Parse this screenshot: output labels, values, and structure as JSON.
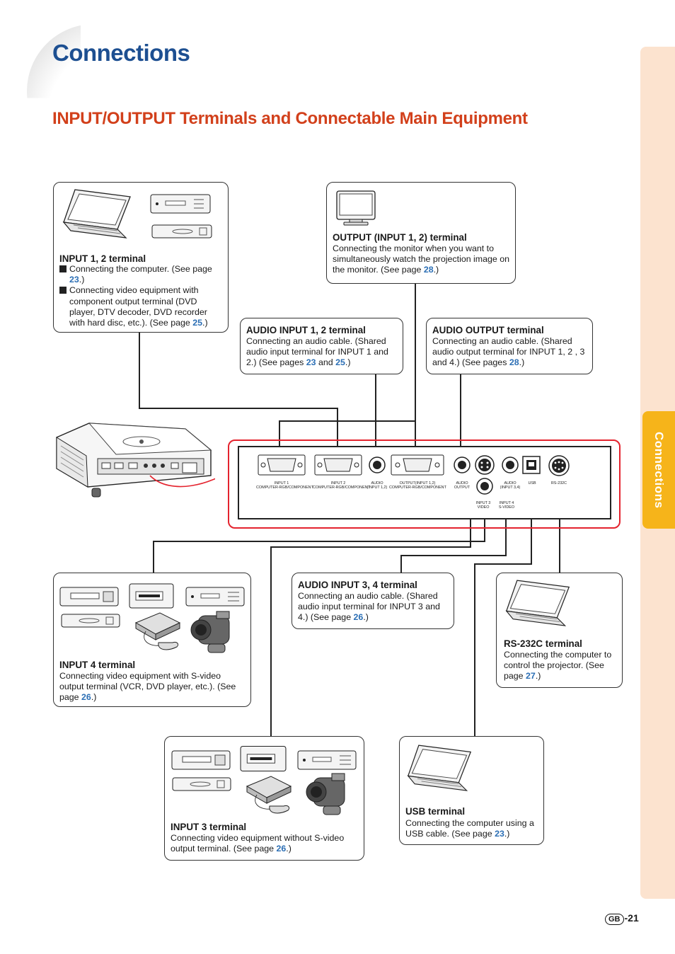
{
  "header": {
    "title": "Connections",
    "section": "INPUT/OUTPUT Terminals and Connectable Main Equipment"
  },
  "side_tab": {
    "label": "Connections"
  },
  "boxes": {
    "input12": {
      "head": "INPUT 1, 2 terminal",
      "b1_pre": "Connecting the computer. (See page ",
      "b1_link": "23",
      "b1_post": ".)",
      "b2_pre": "Connecting video equipment with component output terminal (DVD player, DTV decoder, DVD recorder with hard disc, etc.). (See page ",
      "b2_link": "25",
      "b2_post": ".)"
    },
    "output": {
      "head": "OUTPUT (INPUT 1, 2) terminal",
      "pre": "Connecting the monitor when you want to simultaneously watch the projection image on the monitor. (See page ",
      "link": "28",
      "post": ".)"
    },
    "audio_in12": {
      "head": "AUDIO INPUT 1, 2 terminal",
      "pre": "Connecting an audio cable. (Shared audio input terminal for INPUT 1 and 2.) (See pages ",
      "link1": "23",
      "mid": " and ",
      "link2": "25",
      "post": ".)"
    },
    "audio_out": {
      "head": "AUDIO OUTPUT terminal",
      "pre": "Connecting an audio cable. (Shared audio output terminal for INPUT 1, 2 , 3 and 4.) (See pages ",
      "link": "28",
      "post": ".)"
    },
    "input4": {
      "head": "INPUT 4 terminal",
      "pre": "Connecting video equipment with S-video output terminal (VCR, DVD player, etc.). (See page ",
      "link": "26",
      "post": ".)"
    },
    "audio_in34": {
      "head": "AUDIO INPUT 3, 4 terminal",
      "pre": "Connecting an audio cable. (Shared audio input terminal for INPUT 3 and 4.) (See page ",
      "link": "26",
      "post": ".)"
    },
    "rs232c": {
      "head": "RS-232C terminal",
      "pre": "Connecting the computer to control the projector. (See page ",
      "link": "27",
      "post": ".)"
    },
    "input3": {
      "head": "INPUT 3 terminal",
      "pre": "Connecting video equipment without S-video output terminal. (See page ",
      "link": "26",
      "post": ".)"
    },
    "usb": {
      "head": "USB terminal",
      "pre": "Connecting the computer using a USB cable. (See page ",
      "link": "23",
      "post": ".)"
    }
  },
  "panel_labels": {
    "input1": "INPUT 1",
    "input1_sub": "COMPUTER-RGB/COMPONENT",
    "input2": "INPUT 2",
    "input2_sub": "COMPUTER-RGB/COMPONENT",
    "audio12": "AUDIO",
    "audio12_sub": "(INPUT 1,2)",
    "output": "OUTPUT(INPUT 1,2)",
    "output_sub": "COMPUTER-RGB/COMPONENT",
    "audio_out": "AUDIO",
    "audio_out_sub": "OUTPUT",
    "audio34": "AUDIO",
    "audio34_sub": "(INPUT 3,4)",
    "in3": "INPUT 3",
    "in3_sub": "VIDEO",
    "in4": "INPUT 4",
    "in4_sub": "S-VIDEO",
    "usb": "USB",
    "rs232c": "RS-232C"
  },
  "footer": {
    "region": "GB",
    "page": "-21"
  },
  "colors": {
    "title": "#1d4f91",
    "section": "#d2401b",
    "link": "#2c6fb5",
    "tab": "#f6b41a",
    "side_panel": "#fce3cf",
    "frame": "#e4232e"
  }
}
